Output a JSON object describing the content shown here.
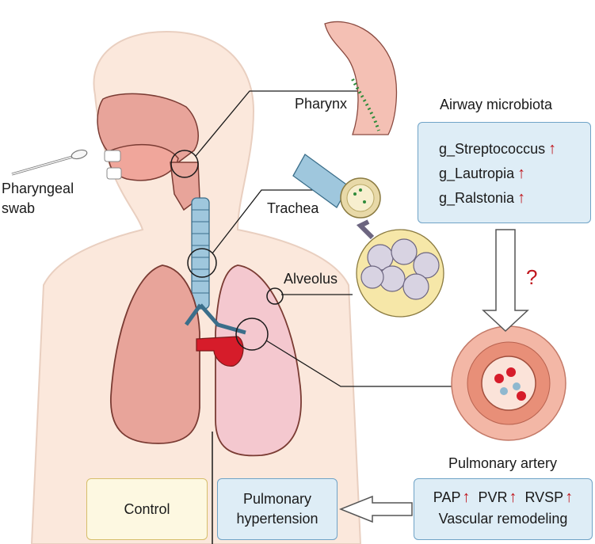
{
  "labels": {
    "pharyngeal_swab": "Pharyngeal\nswab",
    "pharynx": "Pharynx",
    "trachea": "Trachea",
    "alveolus": "Alveolus",
    "airway_microbiota": "Airway microbiota",
    "question_mark": "?",
    "pulmonary_artery": "Pulmonary artery"
  },
  "microbiota_box": {
    "items": [
      {
        "name": "g_Streptococcus",
        "direction": "up"
      },
      {
        "name": "g_Lautropia",
        "direction": "up"
      },
      {
        "name": "g_Ralstonia",
        "direction": "up"
      }
    ],
    "arrow_glyph": "↑"
  },
  "ph_measures_box": {
    "line1": [
      {
        "name": "PAP",
        "direction": "up"
      },
      {
        "name": "PVR",
        "direction": "up"
      },
      {
        "name": "RVSP",
        "direction": "up"
      }
    ],
    "line2": "Vascular remodeling",
    "arrow_glyph": "↑"
  },
  "ph_box": {
    "text": "Pulmonary\nhypertension"
  },
  "control_box": {
    "text": "Control"
  },
  "colors": {
    "blue_box_fill": "#deedf6",
    "blue_box_stroke": "#6fa3c7",
    "yellow_box_fill": "#fdf8e1",
    "yellow_box_stroke": "#d6be6b",
    "skin": "#fbe8dc",
    "lung_left": "#e8a49a",
    "lung_right": "#f4c8cf",
    "artery_red": "#d61c2a",
    "up_arrow_red": "#c0161d",
    "trachea_blue": "#9fc7dd"
  }
}
